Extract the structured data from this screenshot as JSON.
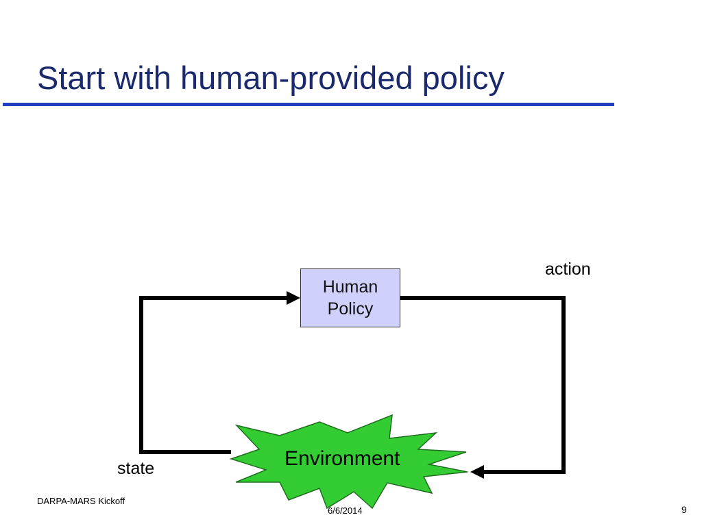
{
  "slide": {
    "title": "Start with human-provided policy"
  },
  "diagram": {
    "policy_box": {
      "line1": "Human",
      "line2": "Policy"
    },
    "environment_label": "Environment",
    "action_label": "action",
    "state_label": "state",
    "colors": {
      "policy_fill": "#cfd0fb",
      "environment_fill": "#33cc33",
      "arrow": "#000000",
      "title": "#1a2a6c",
      "title_rule": "#1f3fbf"
    }
  },
  "footer": {
    "left": "DARPA-MARS Kickoff",
    "center": "6/6/2014",
    "page_number": "9"
  }
}
